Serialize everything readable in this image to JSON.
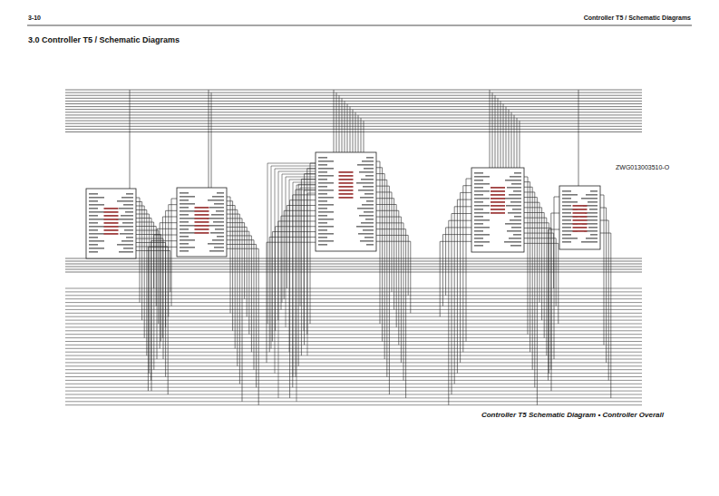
{
  "diagram": {
    "title": "3.0 Controller T5 / Schematic Diagrams",
    "caption": "Controller T5 Schematic Diagram • Controller Overall",
    "labels": [
      "3-10",
      "Controller T5 / Schematic Diagrams",
      "ZWG013003510-O"
    ]
  }
}
